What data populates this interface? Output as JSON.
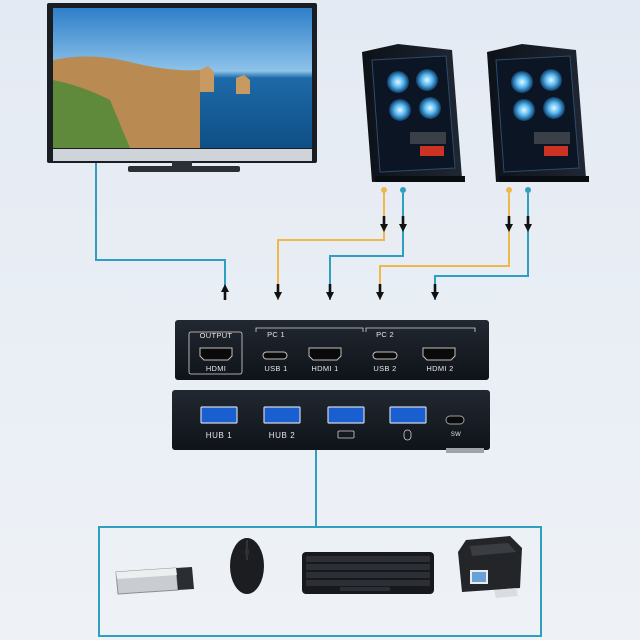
{
  "labels": {
    "output": "OUTPUT",
    "pc1": "PC 1",
    "pc2": "PC 2",
    "hdmi": "HDMI",
    "usb1": "USB 1",
    "hdmi1": "HDMI 1",
    "usb2": "USB 2",
    "hdmi2": "HDMI 2",
    "hub1": "HUB 1",
    "hub2": "HUB 2",
    "sw": "SW"
  },
  "colors": {
    "hdmi_cable": "#2f9fc0",
    "usb_cable": "#f0b84a",
    "device_body": "#151a22"
  },
  "icons": [
    "monitor-icon",
    "pc-tower-icon",
    "kvm-switch-icon",
    "usb-flash-drive-icon",
    "mouse-icon",
    "keyboard-icon",
    "printer-icon",
    "arrow-up-icon",
    "arrow-down-icon"
  ]
}
